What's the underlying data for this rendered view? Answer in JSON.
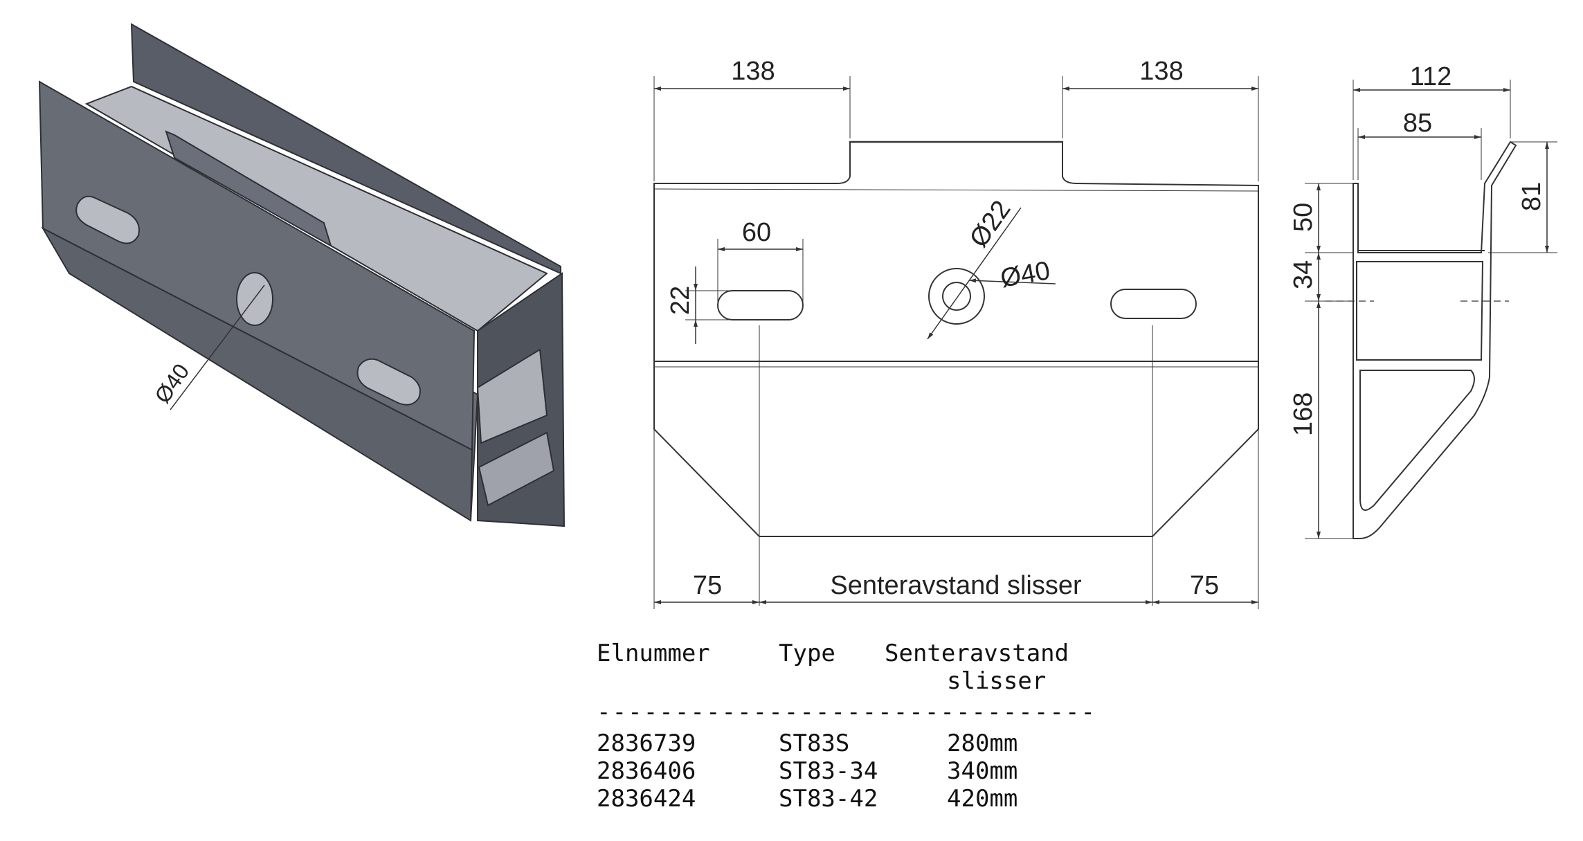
{
  "iso_view": {
    "hole_label": "Ø40"
  },
  "front_view": {
    "dim_top_left": "138",
    "dim_top_right": "138",
    "dim_slot_width": "60",
    "dim_slot_height": "22",
    "dim_hole_inner": "Ø22",
    "dim_hole_outer": "Ø40",
    "dim_bottom_left": "75",
    "dim_bottom_center": "Senteravstand slisser",
    "dim_bottom_right": "75"
  },
  "side_view": {
    "dim_top_outer": "112",
    "dim_top_inner": "85",
    "dim_right": "81",
    "dim_left_upper": "50",
    "dim_left_middle": "34",
    "dim_left_lower": "168"
  },
  "table": {
    "headers": {
      "col1": "Elnummer",
      "col2": "Type",
      "col3_line1": "Senteravstand",
      "col3_line2": "slisser"
    },
    "separator": "--------------------------------",
    "rows": [
      {
        "elnummer": "2836739",
        "type": "ST83S",
        "senteravstand": "280mm"
      },
      {
        "elnummer": "2836406",
        "type": "ST83-34",
        "senteravstand": "340mm"
      },
      {
        "elnummer": "2836424",
        "type": "ST83-42",
        "senteravstand": "420mm"
      }
    ]
  }
}
